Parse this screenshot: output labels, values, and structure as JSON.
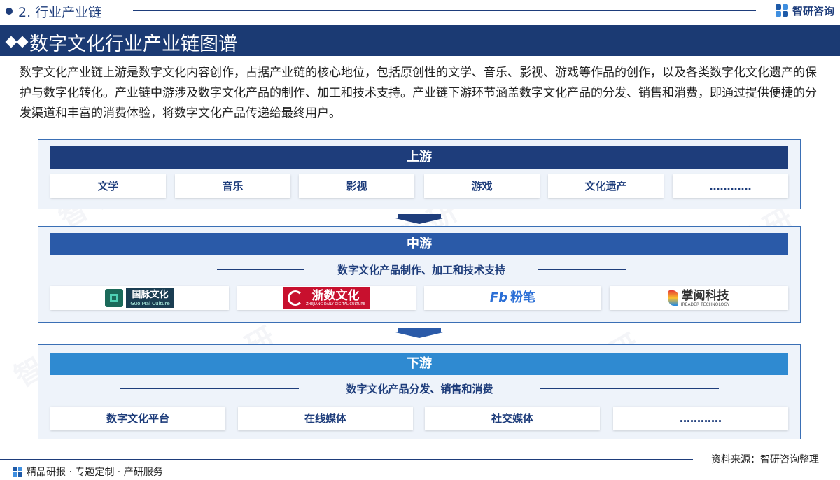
{
  "header": {
    "section_label": "2. 行业产业链",
    "brand_name": "智研咨询",
    "title": "数字文化行业产业链图谱"
  },
  "intro": "数字文化产业链上游是数字文化内容创作，占据产业链的核心地位，包括原创性的文学、音乐、影视、游戏等作品的创作，以及各类数字化文化遗产的保护与数字化转化。产业链中游涉及数字文化产品的制作、加工和技术支持。产业链下游环节涵盖数字文化产品的分发、销售和消费，即通过提供便捷的分发渠道和丰富的消费体验，将数字文化产品传递给最终用户。",
  "upstream": {
    "label": "上游",
    "items": [
      "文学",
      "音乐",
      "影视",
      "游戏",
      "文化遗产",
      "…………"
    ]
  },
  "midstream": {
    "label": "中游",
    "subtitle": "数字文化产品制作、加工和技术支持",
    "logos": [
      {
        "name": "国脉文化",
        "sub": "Guo Mai Culture"
      },
      {
        "name": "浙数文化",
        "sub": "ZHEJIANG DAILY DIGITAL CULTURE"
      },
      {
        "name": "粉笔",
        "mark": "Fb"
      },
      {
        "name": "掌阅科技",
        "sub": "IREADER TECHNOLOGY"
      }
    ]
  },
  "downstream": {
    "label": "下游",
    "subtitle": "数字文化产品分发、销售和消费",
    "items": [
      "数字文化平台",
      "在线媒体",
      "社交媒体",
      "…………"
    ]
  },
  "footer": {
    "source": "资料来源：智研咨询整理",
    "services": "精品研报 · 专题定制 · 产研服务"
  },
  "colors": {
    "navy": "#1b3a73",
    "upstream_band": "#1e3d7b",
    "midstream_band": "#2a5aa8",
    "downstream_band": "#2f8ad1"
  }
}
